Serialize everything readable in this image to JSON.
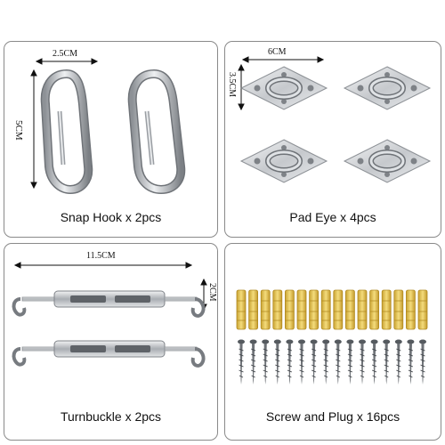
{
  "panels": {
    "snap_hook": {
      "caption": "Snap Hook x 2pcs",
      "width_label": "2.5CM",
      "height_label": "5CM"
    },
    "pad_eye": {
      "caption": "Pad Eye x 4pcs",
      "width_label": "6CM",
      "height_label": "3.5CM"
    },
    "turnbuckle": {
      "caption": "Turnbuckle x 2pcs",
      "width_label": "11.5CM",
      "height_label": "2CM"
    },
    "screw_plug": {
      "caption": "Screw and Plug x 16pcs"
    }
  },
  "colors": {
    "metal": "#c9ccd0",
    "metal_dark": "#7d8186",
    "plug": "#e5c24e",
    "border": "#8a8a8a"
  }
}
